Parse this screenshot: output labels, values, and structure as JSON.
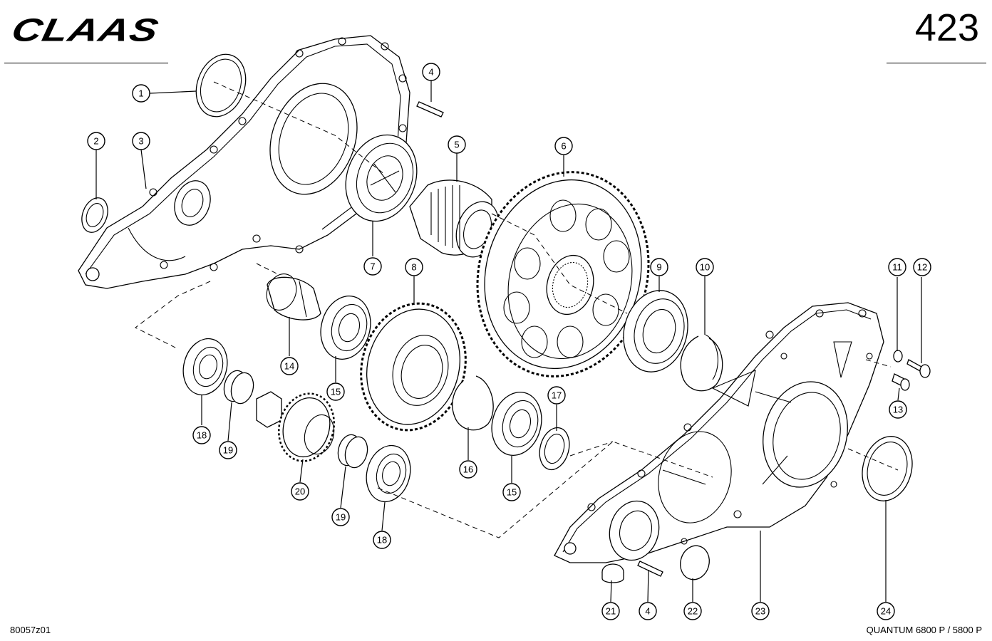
{
  "header": {
    "brand": "CLAAS",
    "page_number": "423"
  },
  "footer": {
    "drawing_code": "80057z01",
    "model": "QUANTUM 6800 P / 5800 P"
  },
  "callouts": [
    "1",
    "2",
    "3",
    "4",
    "5",
    "6",
    "7",
    "8",
    "9",
    "10",
    "11",
    "12",
    "13",
    "14",
    "15",
    "16",
    "17",
    "18",
    "19",
    "20",
    "19",
    "18",
    "15",
    "21",
    "4",
    "22",
    "23",
    "24"
  ]
}
